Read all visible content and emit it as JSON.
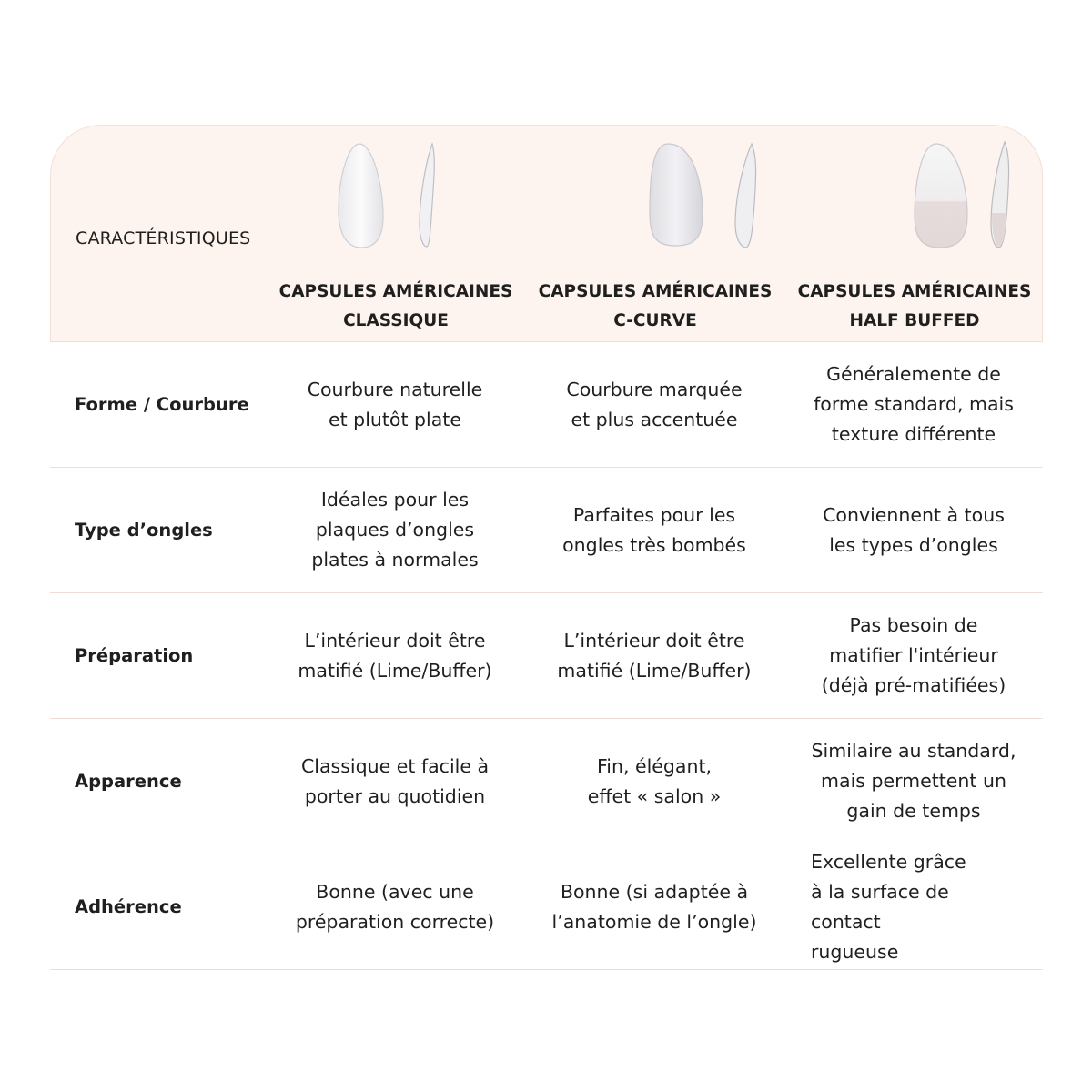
{
  "header": {
    "label": "CARACTÉRISTIQUES",
    "columns": [
      {
        "title": "CAPSULES AMÉRICAINES\nCLASSIQUE",
        "image": "nail-tip-classic-front-and-side"
      },
      {
        "title": "CAPSULES AMÉRICAINES\nC-CURVE",
        "image": "nail-tip-c-curve-front-and-side"
      },
      {
        "title": "CAPSULES AMÉRICAINES\nHALF BUFFED",
        "image": "nail-tip-half-buffed-front-and-side"
      }
    ]
  },
  "rows": [
    {
      "label": "Forme / Courbure",
      "cells": [
        "Courbure naturelle\net plutôt plate",
        "Courbure marquée\net plus accentuée",
        "Généralemente de\nforme standard, mais\ntexture différente"
      ]
    },
    {
      "label": "Type d’ongles",
      "cells": [
        "Idéales pour les\nplaques d’ongles\nplates à normales",
        "Parfaites pour les\nongles très bombés",
        "Conviennent à tous\nles types d’ongles"
      ]
    },
    {
      "label": "Préparation",
      "cells": [
        "L’intérieur doit être\nmatifié (Lime/Buffer)",
        "L’intérieur doit être\nmatifié (Lime/Buffer)",
        "Pas besoin de\nmatifier l'intérieur\n(déjà pré-matifiées)"
      ]
    },
    {
      "label": "Apparence",
      "cells": [
        "Classique et facile à\nporter au quotidien",
        "Fin, élégant,\neffet « salon »",
        "Similaire au standard,\nmais permettent un\ngain de temps"
      ]
    },
    {
      "label": "Adhérence",
      "cells": [
        "Bonne (avec une\npréparation correcte)",
        "Bonne (si adaptée à\nl’anatomie de l’ongle)",
        "Excellente grâce\nà la surface de\ncontact\nrugueuse"
      ]
    }
  ],
  "colors": {
    "header_bg": "#fdf3ef",
    "divider": "#f1ddd5",
    "text": "#1f1f1f"
  }
}
